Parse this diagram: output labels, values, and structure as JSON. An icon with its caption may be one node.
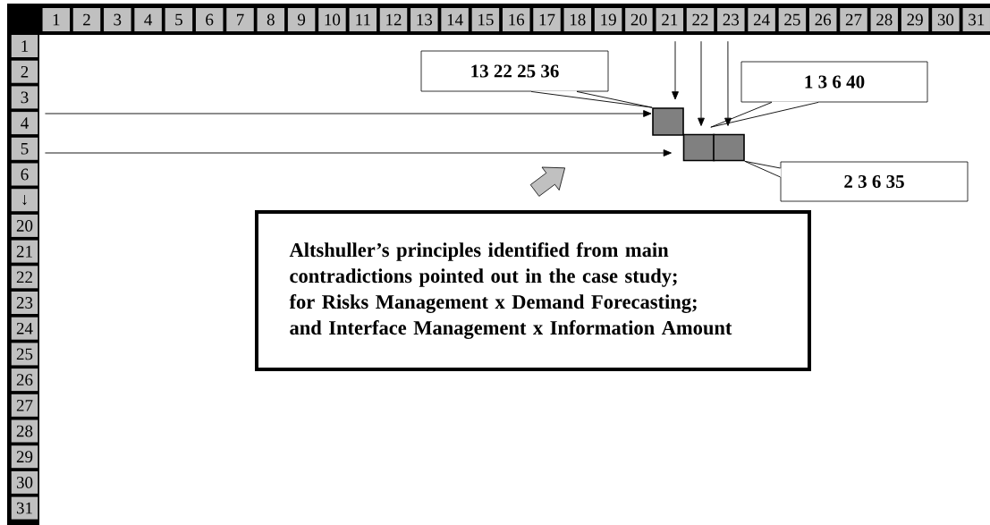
{
  "diagram": {
    "nodes": [
      {
        "text": [
          "13 22 25 36"
        ]
      },
      {
        "text": [
          "1  3  6  40"
        ]
      },
      {
        "text": [
          "2  3  6  35"
        ]
      },
      {
        "text": [
          "Altshuller’s principles identified from main contradictions pointed out in the case study;",
          "for Risks Management x Demand Forecasting;",
          "and Interface Management x Information Amount"
        ]
      },
      {
        "text": [],
        "shape": "box"
      },
      {
        "text": [],
        "shape": "box"
      },
      {
        "text": [],
        "shape": "box"
      },
      {
        "text": [
          "1"
        ]
      },
      {
        "text": [
          "2"
        ]
      },
      {
        "text": [
          "3"
        ]
      },
      {
        "text": [
          "4"
        ]
      },
      {
        "text": [
          "5"
        ]
      },
      {
        "text": [
          "6"
        ]
      },
      {
        "text": [
          "7"
        ]
      },
      {
        "text": [
          "8"
        ]
      },
      {
        "text": [
          "9"
        ]
      },
      {
        "text": [
          "10"
        ]
      },
      {
        "text": [
          "11"
        ]
      },
      {
        "text": [
          "12"
        ]
      },
      {
        "text": [
          "13"
        ]
      },
      {
        "text": [
          "14"
        ]
      },
      {
        "text": [
          "15"
        ]
      },
      {
        "text": [
          "16"
        ]
      },
      {
        "text": [
          "17"
        ]
      },
      {
        "text": [
          "18"
        ]
      },
      {
        "text": [
          "19"
        ]
      },
      {
        "text": [
          "20"
        ]
      },
      {
        "text": [
          "21"
        ]
      },
      {
        "text": [
          "22"
        ]
      },
      {
        "text": [
          "23"
        ]
      },
      {
        "text": [
          "24"
        ]
      },
      {
        "text": [
          "25"
        ]
      },
      {
        "text": [
          "26"
        ]
      },
      {
        "text": [
          "27"
        ]
      },
      {
        "text": [
          "28"
        ]
      },
      {
        "text": [
          "29"
        ]
      },
      {
        "text": [
          "30"
        ]
      },
      {
        "text": [
          "31"
        ]
      },
      {
        "text": [
          "1"
        ]
      },
      {
        "text": [
          "2"
        ]
      },
      {
        "text": [
          "3"
        ]
      },
      {
        "text": [
          "4"
        ]
      },
      {
        "text": [
          "5"
        ]
      },
      {
        "text": [
          "6"
        ]
      },
      {
        "text": [
          "↓"
        ]
      },
      {
        "text": [
          "20"
        ]
      },
      {
        "text": [
          "21"
        ]
      },
      {
        "text": [
          "22"
        ]
      },
      {
        "text": [
          "23"
        ]
      },
      {
        "text": [
          "24"
        ]
      },
      {
        "text": [
          "25"
        ]
      },
      {
        "text": [
          "26"
        ]
      },
      {
        "text": [
          "27"
        ]
      },
      {
        "text": [
          "28"
        ]
      },
      {
        "text": [
          "29"
        ]
      },
      {
        "text": [
          "30"
        ]
      },
      {
        "text": [
          "31"
        ]
      }
    ],
    "edges": [
      {
        "from": 41,
        "to": 4,
        "arrow": "to"
      },
      {
        "from": 42,
        "to": 5,
        "arrow": "to"
      },
      {
        "from": 27,
        "to": 4,
        "arrow": "to"
      },
      {
        "from": 28,
        "to": 5,
        "arrow": "to"
      },
      {
        "from": 29,
        "to": 6,
        "arrow": "to"
      },
      {
        "from": 0,
        "to": 4,
        "arrow": "none"
      },
      {
        "from": 1,
        "to": 5,
        "arrow": "none"
      },
      {
        "from": 2,
        "to": 6,
        "arrow": "none"
      }
    ]
  }
}
